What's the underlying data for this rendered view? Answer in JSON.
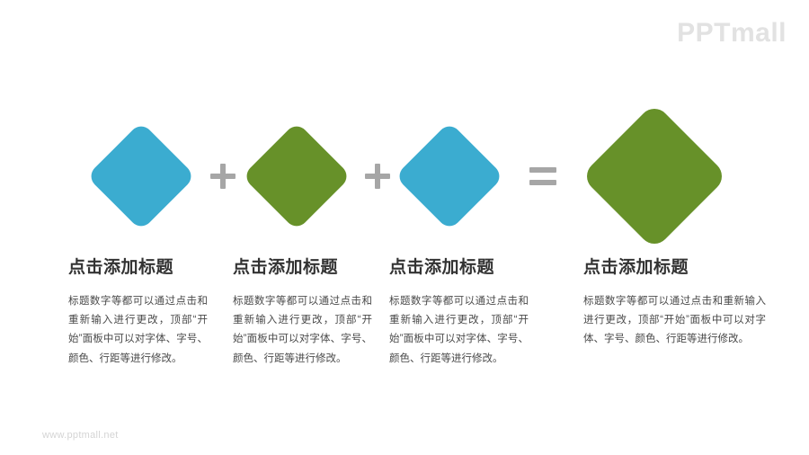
{
  "brand": {
    "logo_text": "PPTmall",
    "logo_color": "#e2e2e2",
    "footer_url": "www.pptmall.net",
    "footer_color": "#d4d4d4"
  },
  "colors": {
    "blue": "#3bacd0",
    "green": "#679129",
    "operator_gray": "#a6a6a6",
    "title_gray": "#333333",
    "body_gray": "#4a4a4a",
    "background": "#ffffff"
  },
  "shapes": [
    {
      "name": "diamond-1",
      "color": "#3bacd0",
      "size": "small"
    },
    {
      "name": "operator-plus-1",
      "glyph": "+"
    },
    {
      "name": "diamond-2",
      "color": "#679129",
      "size": "small"
    },
    {
      "name": "operator-plus-2",
      "glyph": "+"
    },
    {
      "name": "diamond-3",
      "color": "#3bacd0",
      "size": "small"
    },
    {
      "name": "operator-equals",
      "glyph": "="
    },
    {
      "name": "diamond-4",
      "color": "#679129",
      "size": "big"
    }
  ],
  "columns": [
    {
      "title": "点击添加标题",
      "body": "标题数字等都可以通过点击和重新输入进行更改，顶部“开始”面板中可以对字体、字号、颜色、行距等进行修改。"
    },
    {
      "title": "点击添加标题",
      "body": "标题数字等都可以通过点击和重新输入进行更改，顶部“开始”面板中可以对字体、字号、颜色、行距等进行修改。"
    },
    {
      "title": "点击添加标题",
      "body": "标题数字等都可以通过点击和重新输入进行更改，顶部“开始”面板中可以对字体、字号、颜色、行距等进行修改。"
    },
    {
      "title": "点击添加标题",
      "body": "标题数字等都可以通过点击和重新输入进行更改，顶部“开始”面板中可以对字体、字号、颜色、行距等进行修改。"
    }
  ]
}
